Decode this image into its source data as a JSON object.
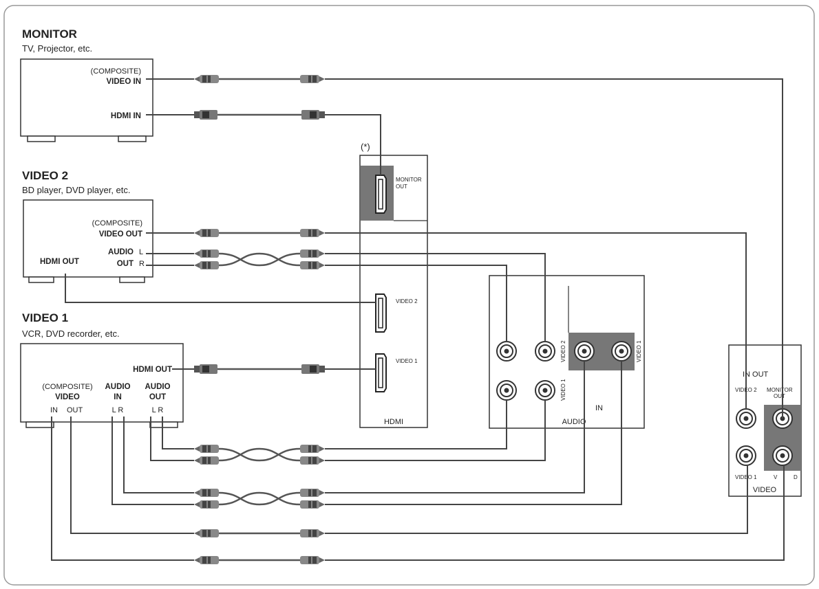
{
  "devices": {
    "monitor": {
      "title": "MONITOR",
      "subtitle": "TV, Projector, etc.",
      "composite_label": "(COMPOSITE)",
      "video_in_label": "VIDEO IN",
      "hdmi_in_label": "HDMI IN"
    },
    "video2": {
      "title": "VIDEO 2",
      "subtitle": "BD player, DVD player, etc.",
      "composite_label": "(COMPOSITE)",
      "video_out_label": "VIDEO OUT",
      "audio_label": "AUDIO",
      "out_label": "OUT",
      "l_label": "L",
      "r_label": "R",
      "hdmi_out_label": "HDMI OUT"
    },
    "video1": {
      "title": "VIDEO 1",
      "subtitle": "VCR, DVD recorder, etc.",
      "hdmi_out_label": "HDMI OUT",
      "composite_label": "(COMPOSITE)",
      "video_label": "VIDEO",
      "in_label": "IN",
      "out_label": "OUT",
      "audio_in_label": "AUDIO",
      "audio_in_sub": "IN",
      "audio_out_label": "AUDIO",
      "audio_out_sub": "OUT",
      "lr_in": "L  R",
      "lr_out": "L  R"
    }
  },
  "receiver": {
    "note": "(*)",
    "monitor_out_line1": "MONITOR",
    "monitor_out_line2": "OUT",
    "hdmi_video2": "VIDEO 2",
    "hdmi_video1": "VIDEO 1",
    "hdmi_label": "HDMI",
    "audio_video2": "VIDEO 2",
    "audio_video1": "VIDEO 1",
    "audio_video1_side": "VIDEO 1",
    "audio_in": "IN",
    "audio_label": "AUDIO",
    "video_in_out": "IN OUT",
    "video_video2": "VIDEO 2",
    "video_monitor_out_line1": "MONITOR",
    "video_monitor_out_line2": "OUT",
    "video_video1": "VIDEO 1",
    "video_v": "V",
    "video_d": "D",
    "video_label": "VIDEO"
  }
}
